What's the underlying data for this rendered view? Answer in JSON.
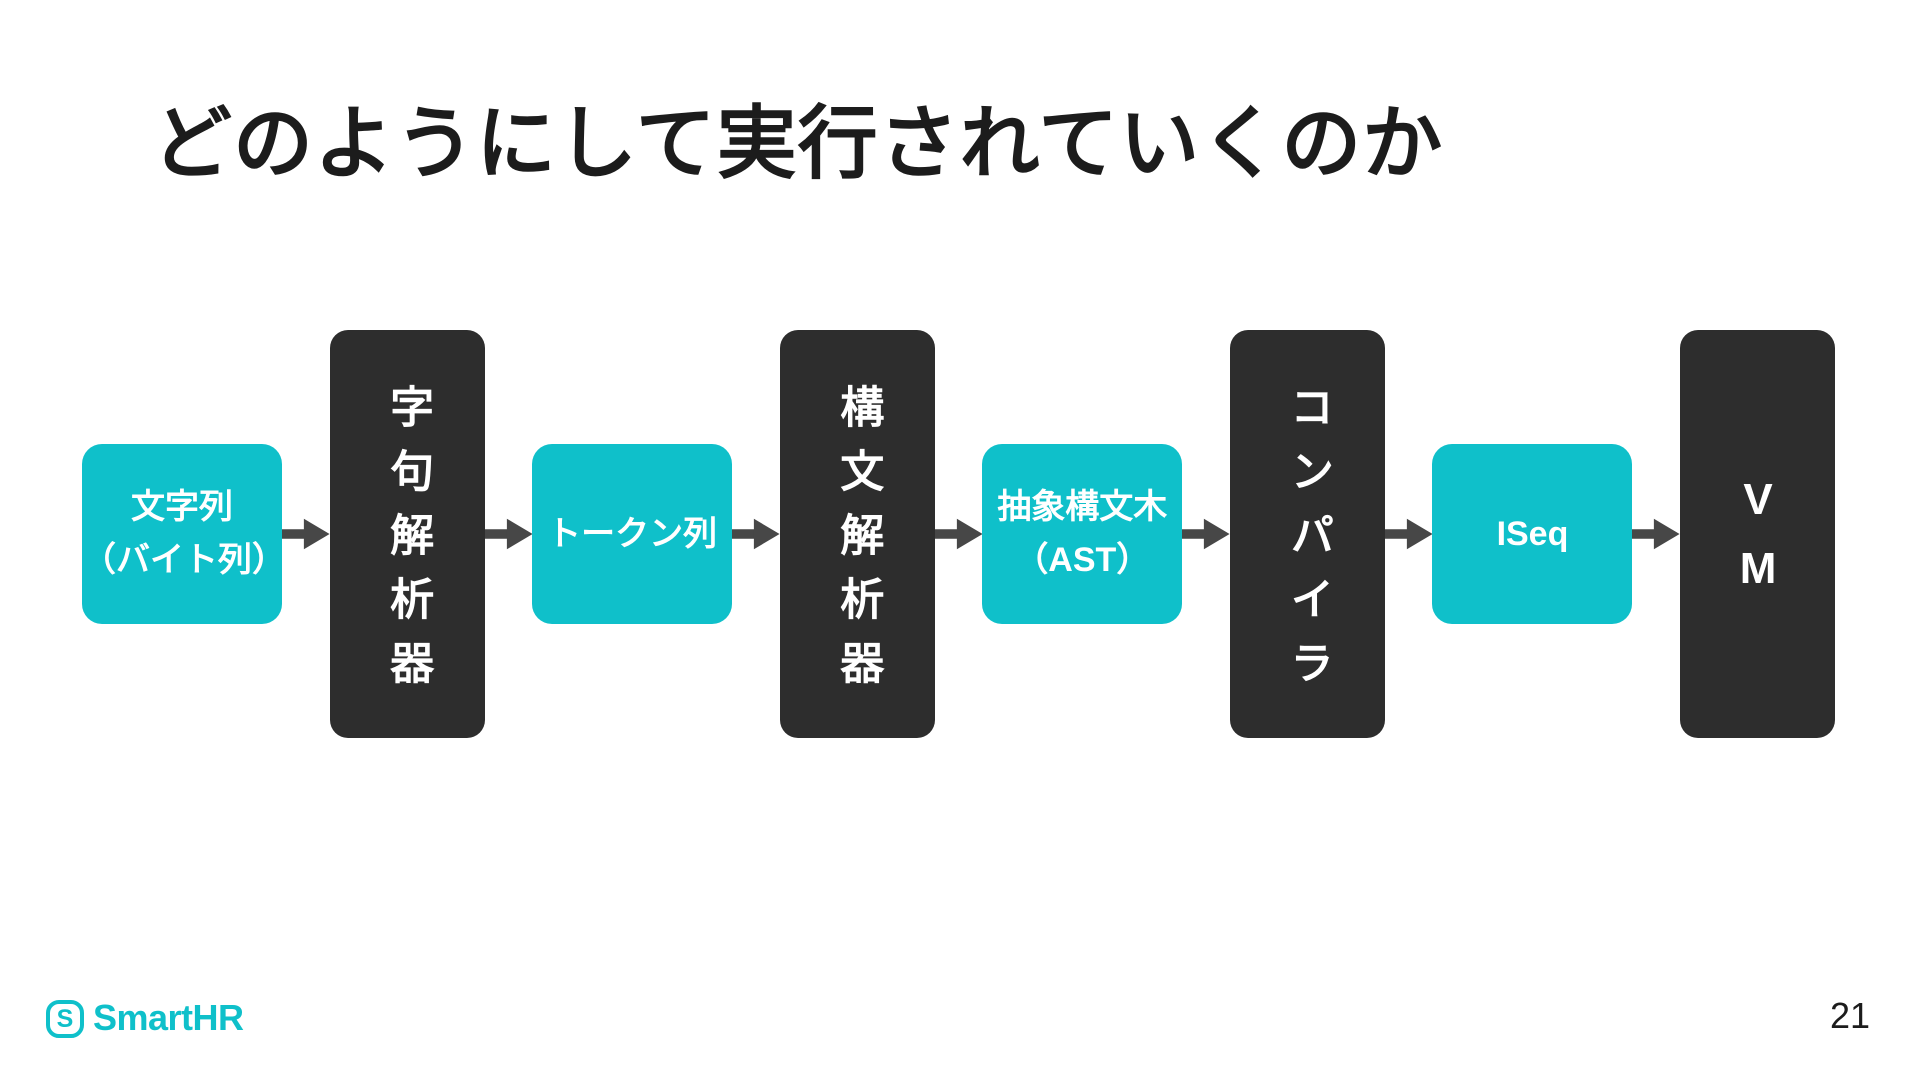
{
  "title": "どのようにして実行されていくのか",
  "colors": {
    "accent": "#0fc0ca",
    "dark": "#2d2d2d",
    "arrow": "#474747",
    "ink": "#1c1c1c"
  },
  "flow": {
    "arrow_icon": "arrow-right",
    "nodes": [
      {
        "kind": "data",
        "lines": [
          "文字列",
          "（バイト列）"
        ]
      },
      {
        "kind": "process",
        "label": "字句解析器"
      },
      {
        "kind": "data",
        "lines": [
          "トークン列"
        ]
      },
      {
        "kind": "process",
        "label": "構文解析器"
      },
      {
        "kind": "data",
        "lines": [
          "抽象構文木",
          "（AST）"
        ]
      },
      {
        "kind": "process",
        "label": "コンパイラ"
      },
      {
        "kind": "data",
        "lines": [
          "ISeq"
        ]
      },
      {
        "kind": "process",
        "label": "VM"
      }
    ]
  },
  "footer": {
    "logo_mark": "S",
    "logo_text": "SmartHR",
    "page_number": "21"
  }
}
